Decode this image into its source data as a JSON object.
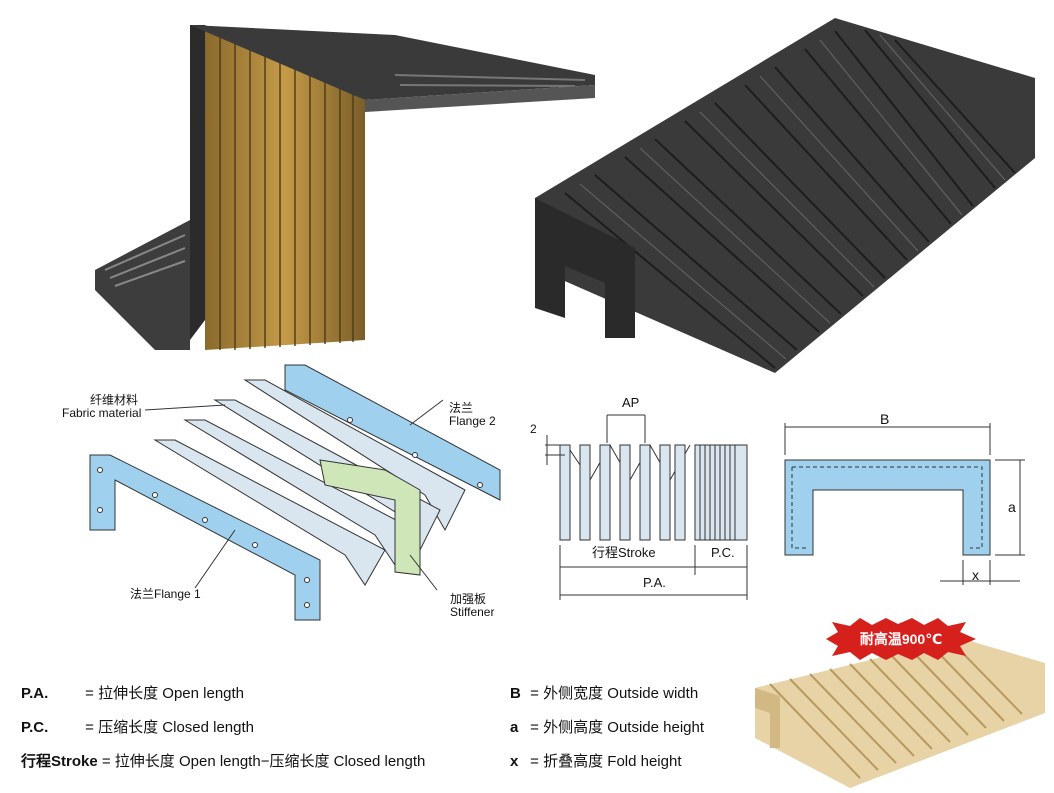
{
  "fabric_diagram": {
    "fabric_label_cn": "纤维材料",
    "fabric_label_en": "Fabric material",
    "flange2_label_cn": "法兰",
    "flange2_label_en": "Flange 2",
    "flange1_label": "法兰Flange 1",
    "stiffener_label_cn": "加强板",
    "stiffener_label_en": "Stiffener"
  },
  "side_diagram": {
    "ap_label": "AP",
    "fold_label": "2",
    "stroke_label": "行程Stroke",
    "pc_label": "P.C.",
    "pa_label": "P.A."
  },
  "section_diagram": {
    "b_label": "B",
    "a_label": "a",
    "x_label": "x"
  },
  "badge": {
    "text": "耐高温900℃"
  },
  "legend": {
    "left": [
      {
        "key": "P.A.",
        "eq": "=",
        "desc": "拉伸长度 Open length"
      },
      {
        "key": "P.C.",
        "eq": "=",
        "desc": "压缩长度 Closed length"
      },
      {
        "key": "行程Stroke",
        "eq": "=",
        "desc": "拉伸长度 Open length−压缩长度 Closed length"
      }
    ],
    "right": [
      {
        "key": "B",
        "eq": "=",
        "desc": "外侧宽度 Outside width"
      },
      {
        "key": "a",
        "eq": "=",
        "desc": "外侧高度 Outside height"
      },
      {
        "key": "x",
        "eq": "=",
        "desc": "折叠高度 Fold height"
      }
    ]
  },
  "colors": {
    "bellows_dark": "#2f2f2f",
    "bellows_gold": "#a8893e",
    "blue_part": "#9fd0ee",
    "stiffener": "#cfe6b8",
    "heat_bellows": "#e8d3a6",
    "badge_red": "#d6201c"
  }
}
